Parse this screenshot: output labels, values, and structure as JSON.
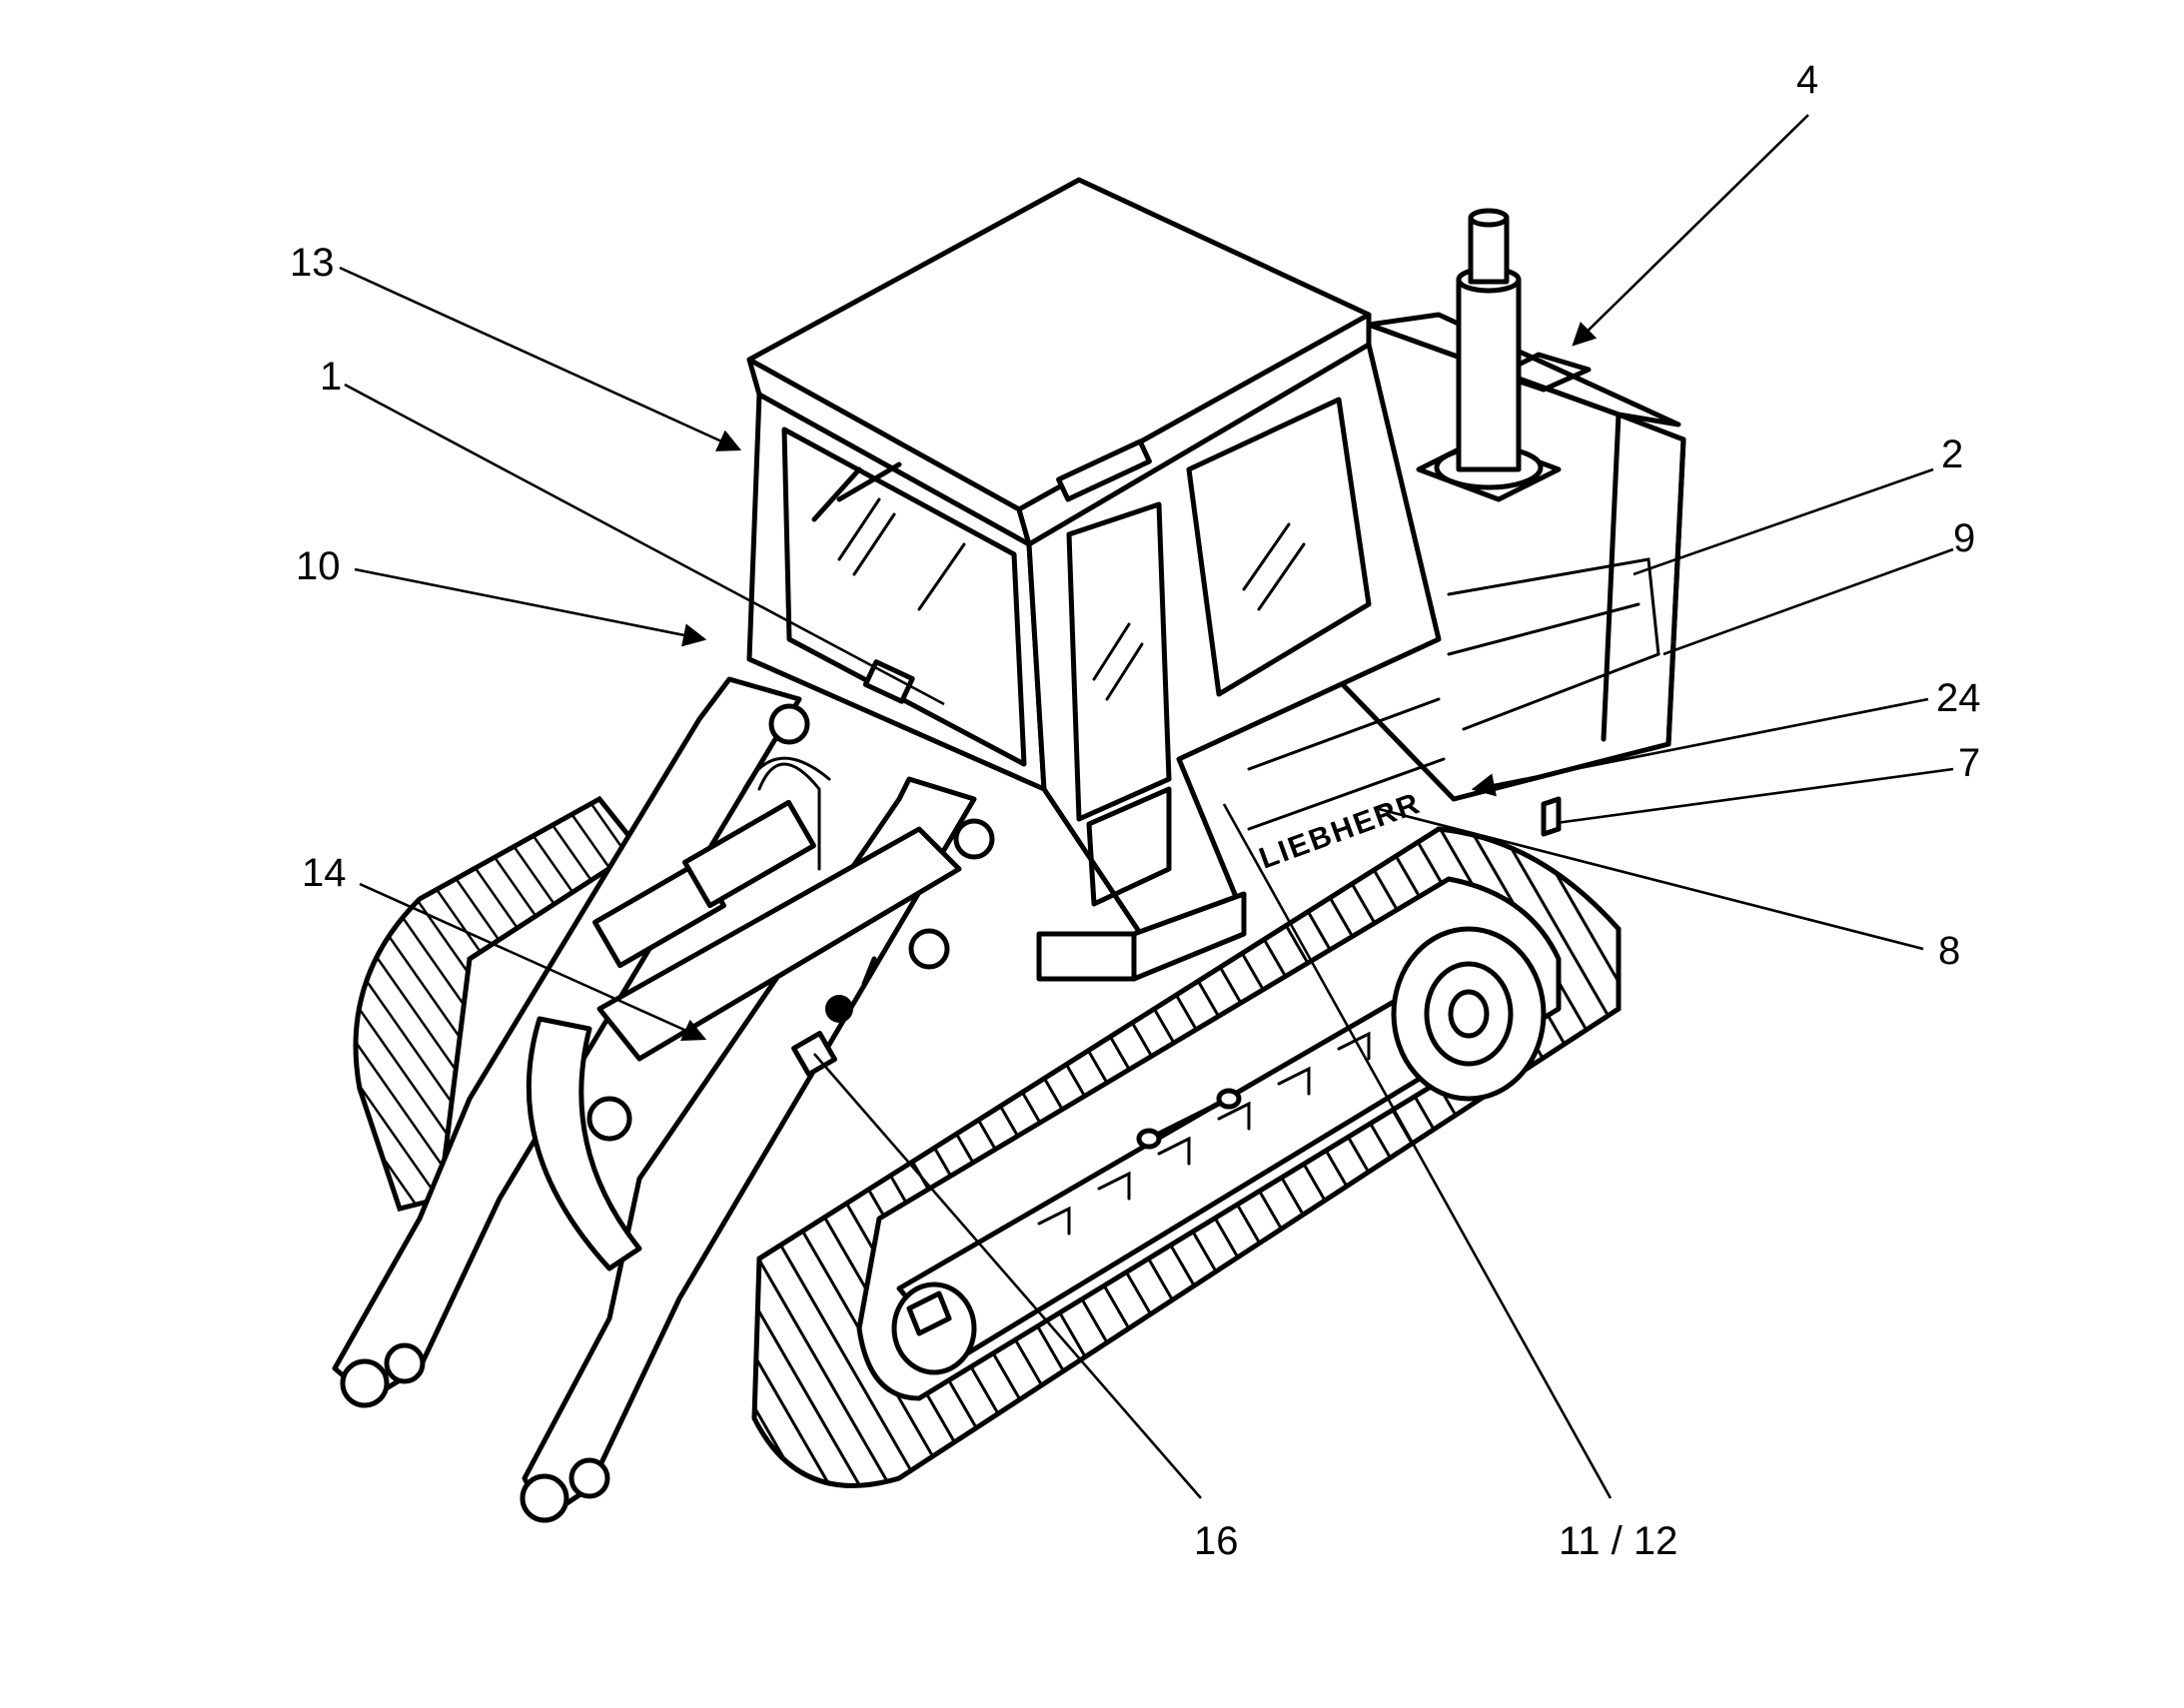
{
  "figure": {
    "brand_text": "LIEBHERR",
    "callouts": [
      {
        "id": "c4",
        "text": "4"
      },
      {
        "id": "c13",
        "text": "13"
      },
      {
        "id": "c1",
        "text": "1"
      },
      {
        "id": "c2",
        "text": "2"
      },
      {
        "id": "c9",
        "text": "9"
      },
      {
        "id": "c10",
        "text": "10"
      },
      {
        "id": "c24",
        "text": "24"
      },
      {
        "id": "c7",
        "text": "7"
      },
      {
        "id": "c14",
        "text": "14"
      },
      {
        "id": "c8",
        "text": "8"
      },
      {
        "id": "c16",
        "text": "16"
      },
      {
        "id": "c1112",
        "text": "11 / 12"
      }
    ]
  }
}
